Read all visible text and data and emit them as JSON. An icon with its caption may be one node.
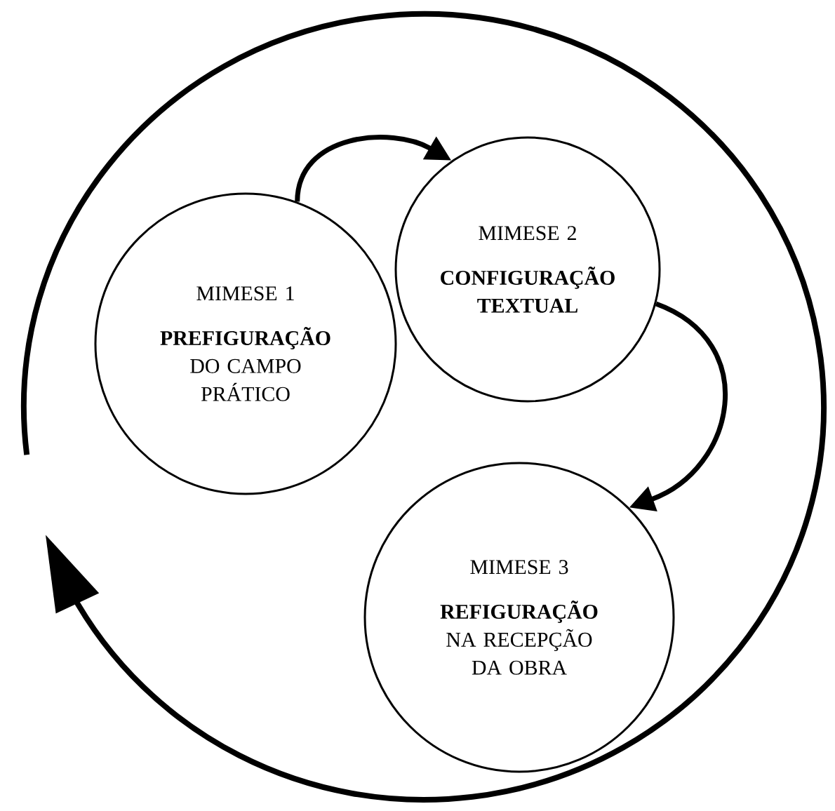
{
  "diagram": {
    "nodes": [
      {
        "text": [
          "MIMESE 1",
          "**PREFIGURAÇÃO** DO CAMPO PRÁTICO"
        ]
      },
      {
        "text": [
          "MIMESE 2",
          "CONFIGURAÇÃO TEXTUAL"
        ]
      },
      {
        "text": [
          "MIMESE 3",
          "**REFIGURAÇÃO** NA RECEPÇÃO DA OBRA"
        ]
      }
    ],
    "edges": [
      {
        "from": 0,
        "to": 1,
        "arrow": "to"
      },
      {
        "from": 1,
        "to": 2,
        "arrow": "to"
      }
    ]
  }
}
